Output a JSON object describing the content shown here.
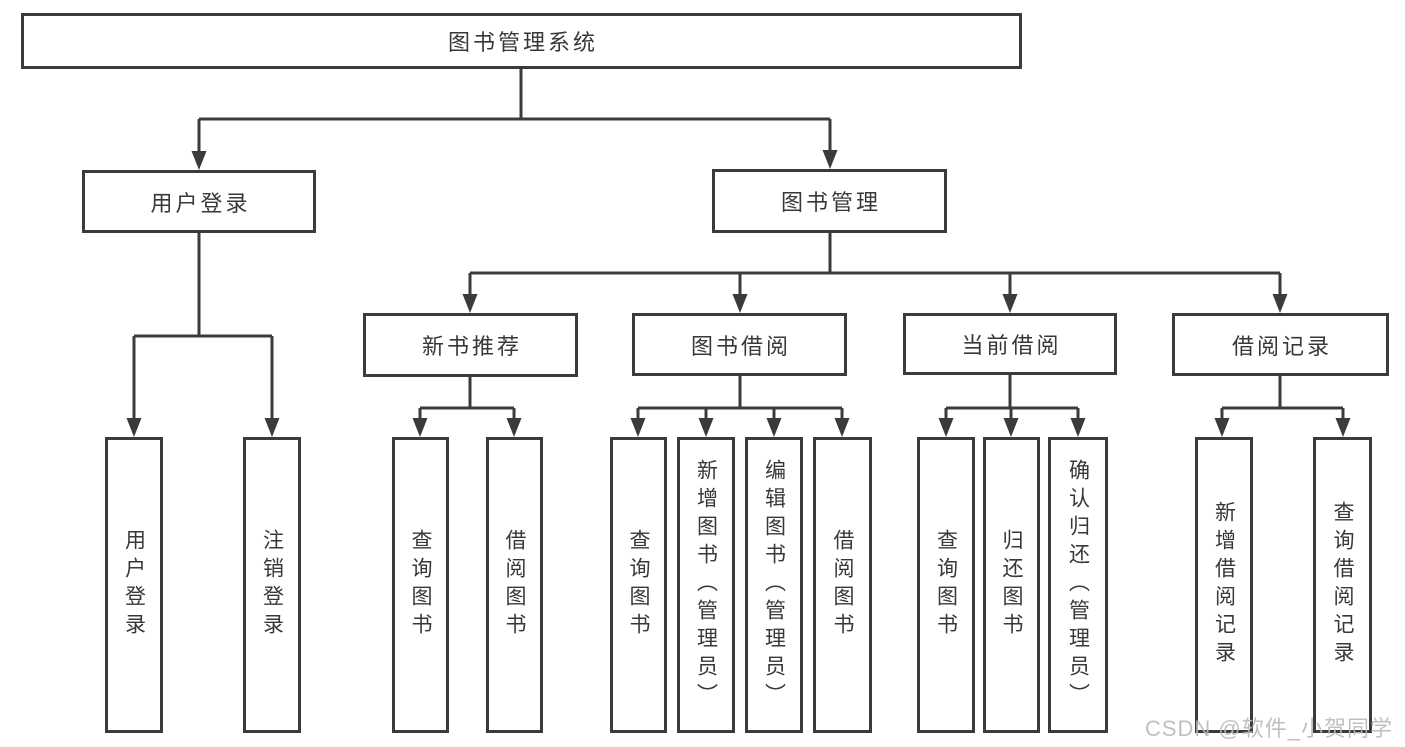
{
  "tree": {
    "label": "图书管理系统",
    "children": [
      {
        "label": "用户登录",
        "children": [
          {
            "label": "用户登录"
          },
          {
            "label": "注销登录"
          }
        ]
      },
      {
        "label": "图书管理",
        "children": [
          {
            "label": "新书推荐",
            "children": [
              {
                "label": "查询图书"
              },
              {
                "label": "借阅图书"
              }
            ]
          },
          {
            "label": "图书借阅",
            "children": [
              {
                "label": "查询图书"
              },
              {
                "label": "新增图书（管理员）"
              },
              {
                "label": "编辑图书（管理员）"
              },
              {
                "label": "借阅图书"
              }
            ]
          },
          {
            "label": "当前借阅",
            "children": [
              {
                "label": "查询图书"
              },
              {
                "label": "归还图书"
              },
              {
                "label": "确认归还（管理员）"
              }
            ]
          },
          {
            "label": "借阅记录",
            "children": [
              {
                "label": "新增借阅记录"
              },
              {
                "label": "查询借阅记录"
              }
            ]
          }
        ]
      }
    ]
  },
  "watermark": {
    "text": "CSDN @软件_小贺同学"
  },
  "colors": {
    "line": "#3b3b3b",
    "text": "#383838",
    "box_background": "#ffffff",
    "watermark": "#b9b9b9",
    "background": "#ffffff"
  }
}
